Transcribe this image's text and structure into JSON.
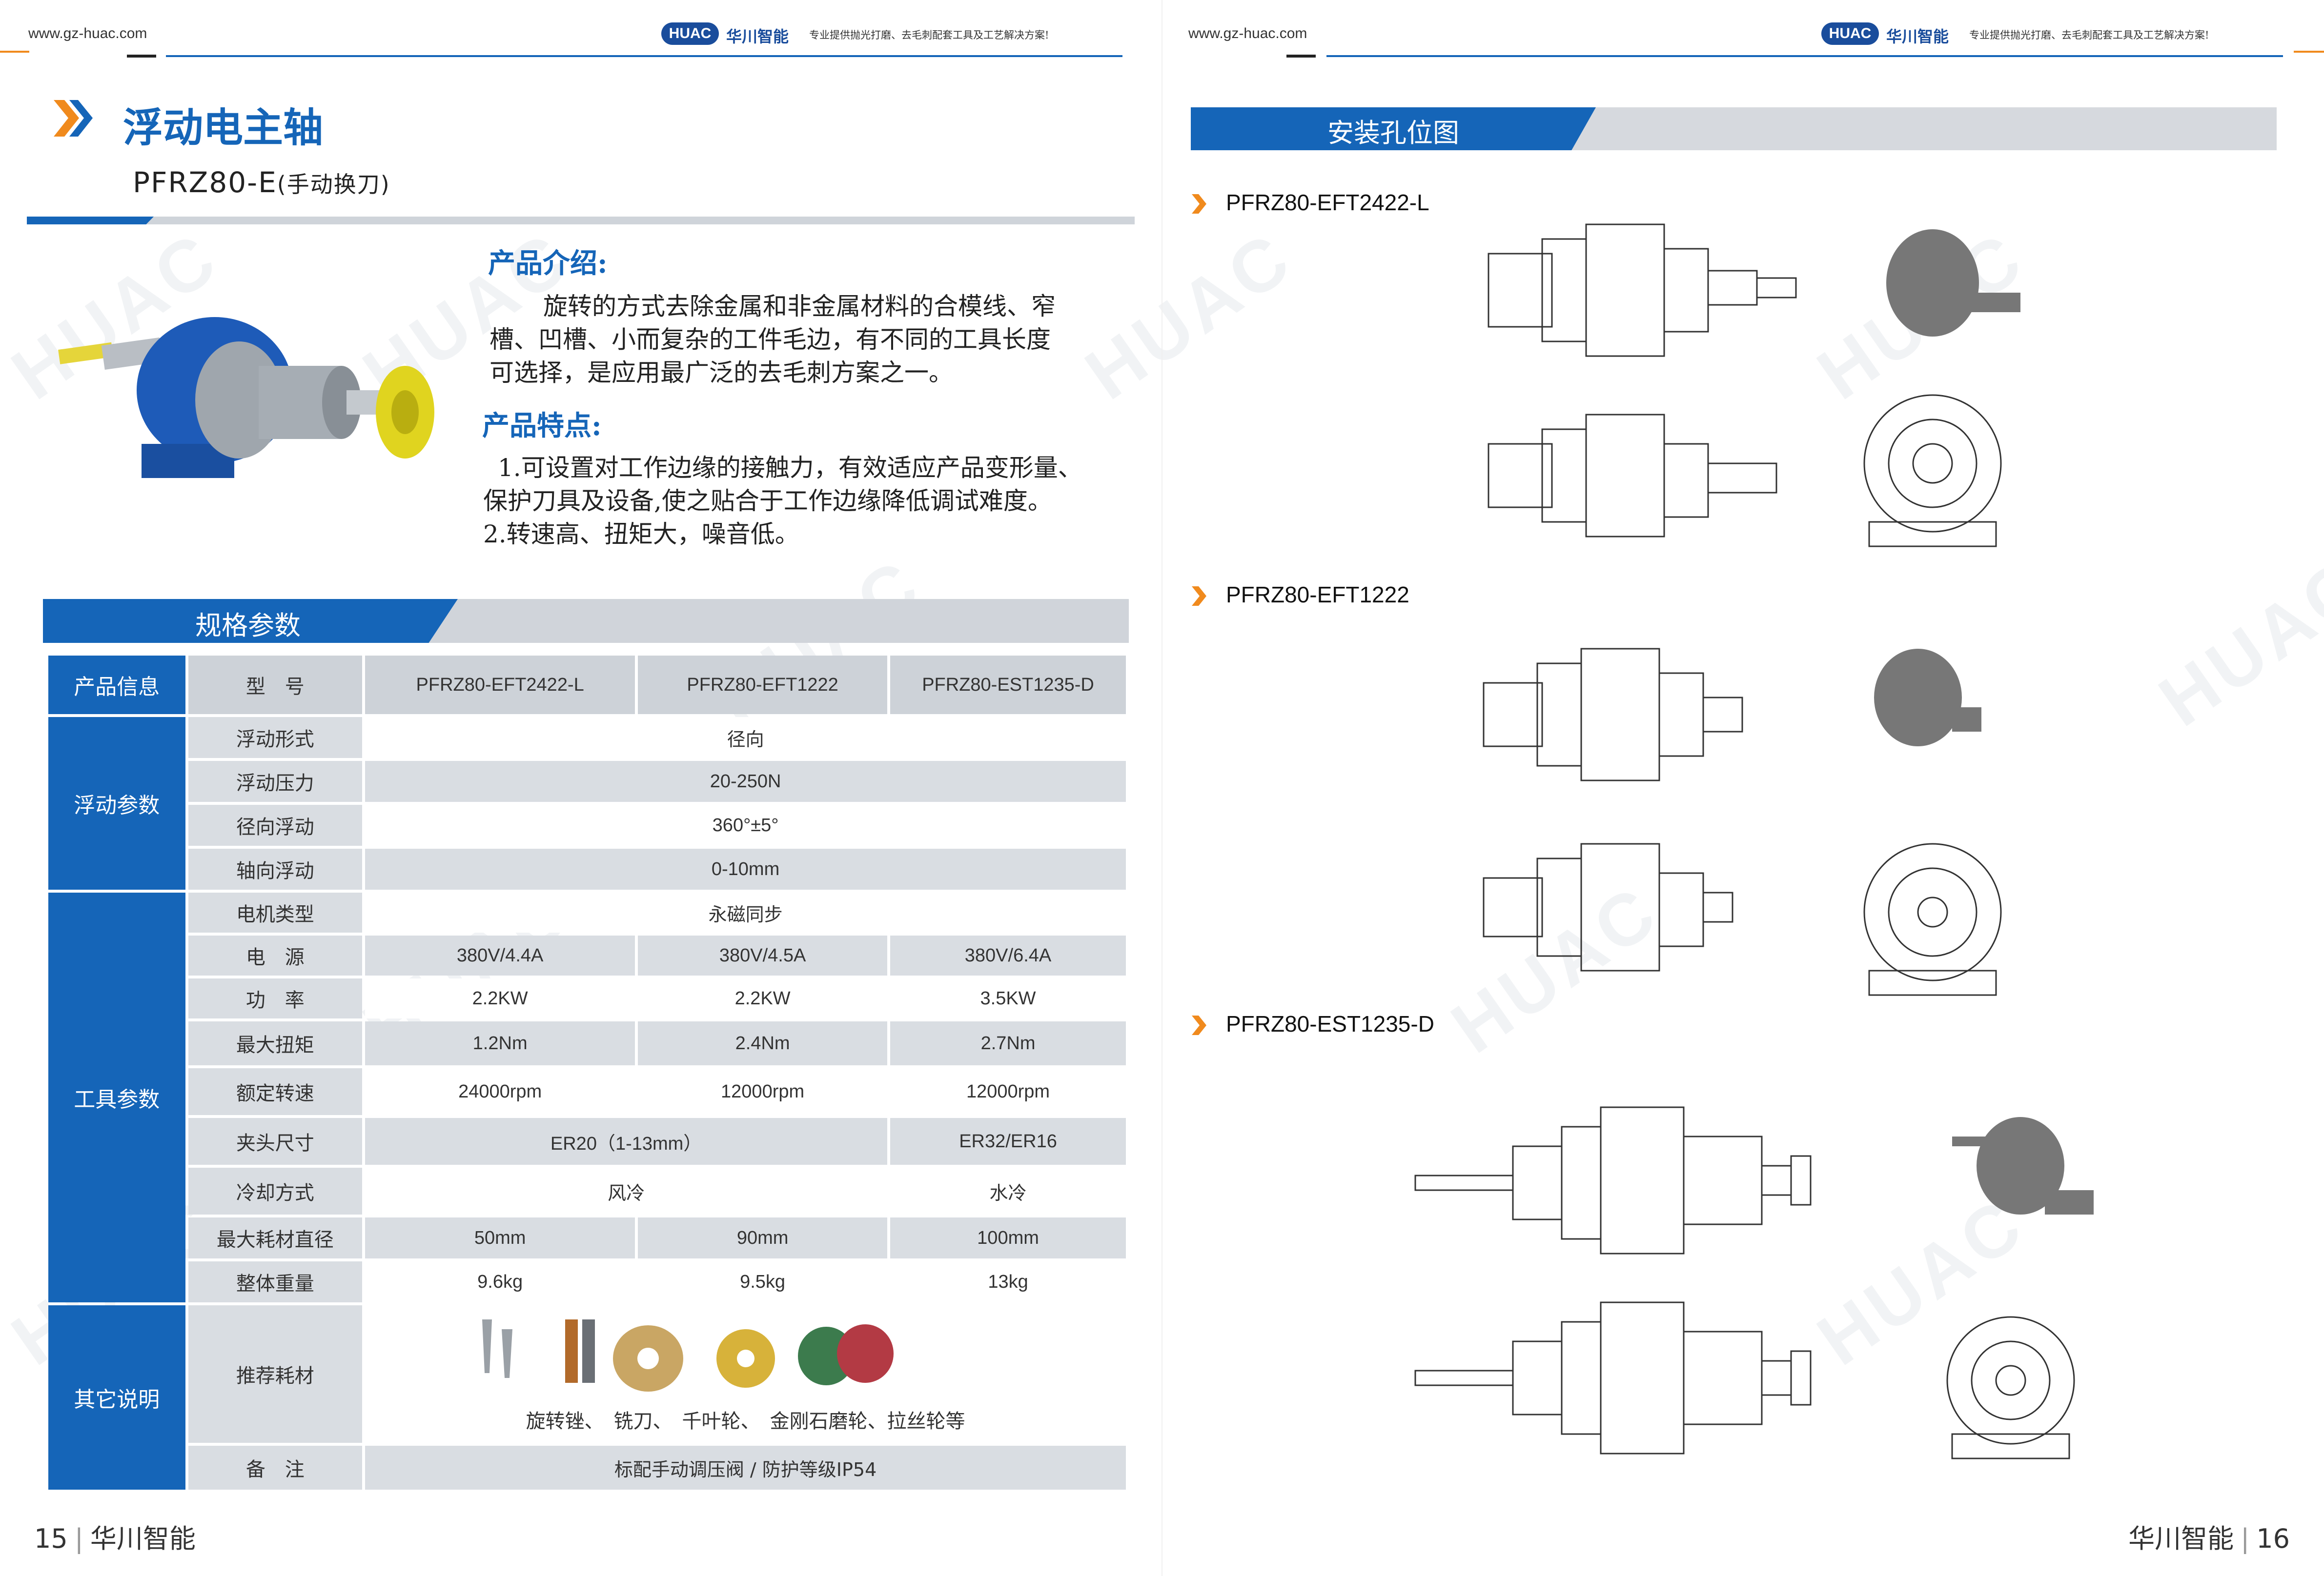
{
  "header": {
    "left_url": "www.gz-huac.com",
    "right_url": "www.gz-huac.com",
    "logo_text": "HUAC",
    "logo_cn": "华川智能",
    "slogan": "专业提供抛光打磨、去毛刺配套工具及工艺解决方案!"
  },
  "watermark": "HUAC",
  "title": {
    "main": "浮动电主轴",
    "model": "PFRZ80-E",
    "model_note": "(手动换刀)"
  },
  "intro": {
    "heading": "产品介绍:",
    "lines": [
      "旋转的方式去除金属和非金属材料的合模线、窄",
      "槽、凹槽、小而复杂的工件毛边，有不同的工具长度",
      "可选择，是应用最广泛的去毛刺方案之一。"
    ]
  },
  "features": {
    "heading": "产品特点:",
    "lines": [
      "1.可设置对工作边缘的接触力，有效适应产品变形量、",
      "保护刀具及设备,使之贴合于工作边缘降低调试难度。",
      "2.转速高、扭矩大，噪音低。"
    ]
  },
  "spec": {
    "title": "规格参数",
    "groups": {
      "product_info": "产品信息",
      "floating": "浮动参数",
      "tool": "工具参数",
      "other": "其它说明"
    },
    "header": {
      "label": "型　号",
      "models": [
        "PFRZ80-EFT2422-L",
        "PFRZ80-EFT1222",
        "PFRZ80-EST1235-D"
      ]
    },
    "float_mode": {
      "label": "浮动形式",
      "value": "径向"
    },
    "float_pressure": {
      "label": "浮动压力",
      "value": "20-250N"
    },
    "radial_float": {
      "label": "径向浮动",
      "value": "360°±5°"
    },
    "axial_float": {
      "label": "轴向浮动",
      "value": "0-10mm"
    },
    "motor_type": {
      "label": "电机类型",
      "value": "永磁同步"
    },
    "power_supply": {
      "label": "电　源",
      "values": [
        "380V/4.4A",
        "380V/4.5A",
        "380V/6.4A"
      ]
    },
    "power": {
      "label": "功　率",
      "values": [
        "2.2KW",
        "2.2KW",
        "3.5KW"
      ]
    },
    "max_torque": {
      "label": "最大扭矩",
      "values": [
        "1.2Nm",
        "2.4Nm",
        "2.7Nm"
      ]
    },
    "rated_speed": {
      "label": "额定转速",
      "values": [
        "24000rpm",
        "12000rpm",
        "12000rpm"
      ]
    },
    "collet": {
      "label": "夹头尺寸",
      "value_ab": "ER20（1-13mm）",
      "value_c": "ER32/ER16"
    },
    "cooling": {
      "label": "冷却方式",
      "value_ab": "风冷",
      "value_c": "水冷"
    },
    "max_consumable": {
      "label": "最大耗材直径",
      "values": [
        "50mm",
        "90mm",
        "100mm"
      ]
    },
    "weight": {
      "label": "整体重量",
      "values": [
        "9.6kg",
        "9.5kg",
        "13kg"
      ]
    },
    "consumables": {
      "label": "推荐耗材",
      "value": "旋转锉、　铣刀、　千叶轮、　金刚石磨轮、拉丝轮等"
    },
    "note": {
      "label": "备　注",
      "value": "标配手动调压阀 / 防护等级IP54"
    }
  },
  "install": {
    "title": "安装孔位图",
    "models": [
      "PFRZ80-EFT2422-L",
      "PFRZ80-EFT1222",
      "PFRZ80-EST1235-D"
    ]
  },
  "footer": {
    "left_page": "15",
    "left_brand": "华川智能",
    "right_page": "16",
    "right_brand": "华川智能"
  },
  "colors": {
    "accent": "#1565b8",
    "table_bg": "#d9dde2",
    "orange": "#f08a1d"
  }
}
